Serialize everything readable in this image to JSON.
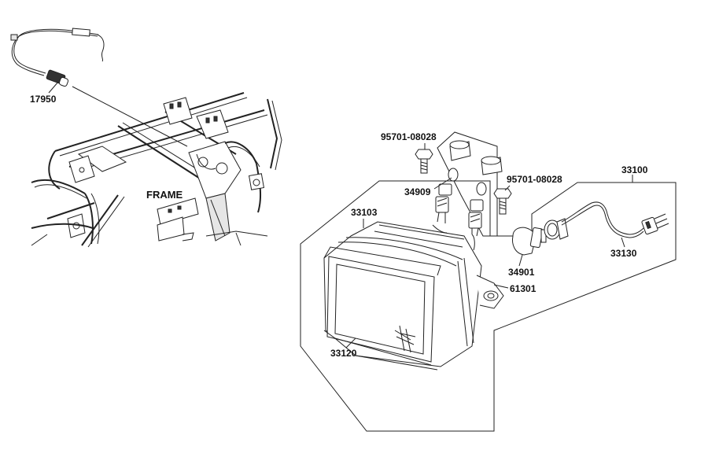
{
  "labels": {
    "frame": "FRAME",
    "part_17950": "17950",
    "part_95701_a": "95701-08028",
    "part_95701_b": "95701-08028",
    "part_34909": "34909",
    "part_33103": "33103",
    "part_33100": "33100",
    "part_34901": "34901",
    "part_33130": "33130",
    "part_61301": "61301",
    "part_33120": "33120"
  },
  "colors": {
    "line": "#222222",
    "background": "#ffffff"
  }
}
